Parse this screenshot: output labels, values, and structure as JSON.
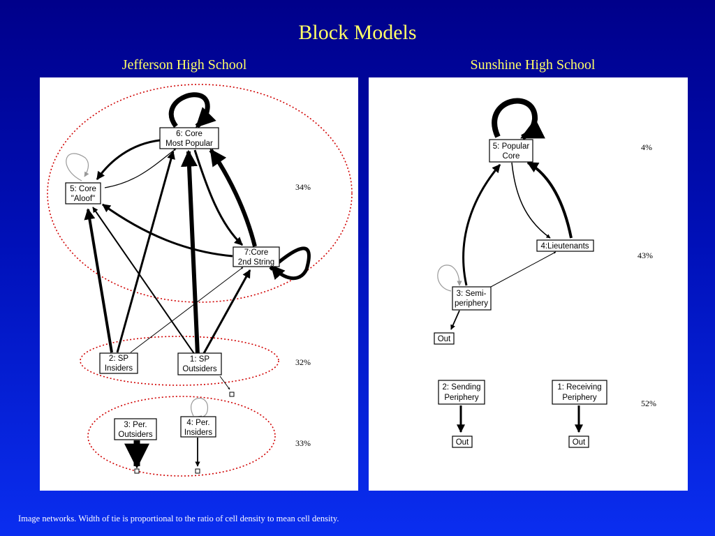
{
  "title": "Block Models",
  "left": {
    "subtitle": "Jefferson High School",
    "nodes": {
      "core_popular": [
        "6: Core",
        "Most Popular"
      ],
      "core_aloof": [
        "5: Core",
        "\"Aloof\""
      ],
      "core_2nd": [
        "7:Core",
        "2nd String"
      ],
      "sp_insiders": [
        "2: SP",
        "Insiders"
      ],
      "sp_outsiders": [
        "1: SP",
        "Outsiders"
      ],
      "per_outsiders": [
        "3: Per.",
        "Outsiders"
      ],
      "per_insiders": [
        "4: Per.",
        "Insiders"
      ]
    },
    "percentages": {
      "core": "34%",
      "sp": "32%",
      "per": "33%"
    }
  },
  "right": {
    "subtitle": "Sunshine High School",
    "nodes": {
      "popular_core": [
        "5: Popular",
        "Core"
      ],
      "lieutenants": [
        "4:Lieutenants"
      ],
      "semi_periphery": [
        "3: Semi-",
        "periphery"
      ],
      "out_semi": [
        "Out"
      ],
      "sending_periphery": [
        "2: Sending",
        "Periphery"
      ],
      "receiving_periphery": [
        "1: Receiving",
        "Periphery"
      ],
      "out_sending": [
        "Out"
      ],
      "out_receiving": [
        "Out"
      ]
    },
    "percentages": {
      "core": "4%",
      "lieutenants": "43%",
      "periphery": "52%"
    }
  },
  "footer": "Image networks.  Width of tie is proportional to the ratio of cell density to mean cell density."
}
